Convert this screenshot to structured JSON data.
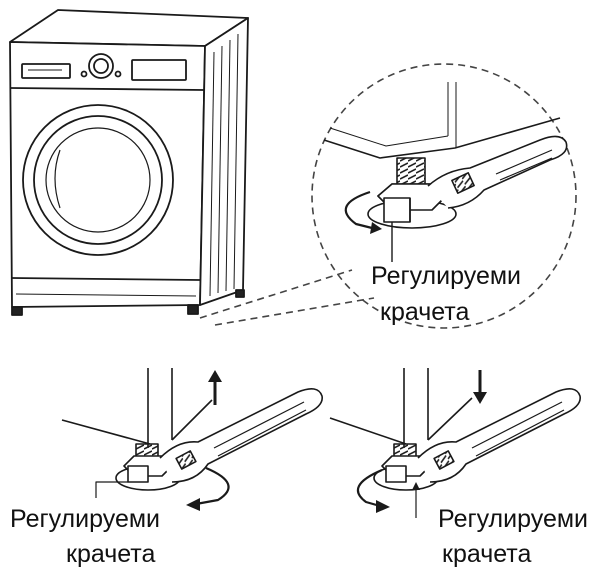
{
  "labels": {
    "zoom_line1": "Регулируеми",
    "zoom_line2": "крачета",
    "left_line1": "Регулируеми",
    "left_line2": "крачета",
    "right_line1": "Регулируеми",
    "right_line2": "крачета"
  }
}
